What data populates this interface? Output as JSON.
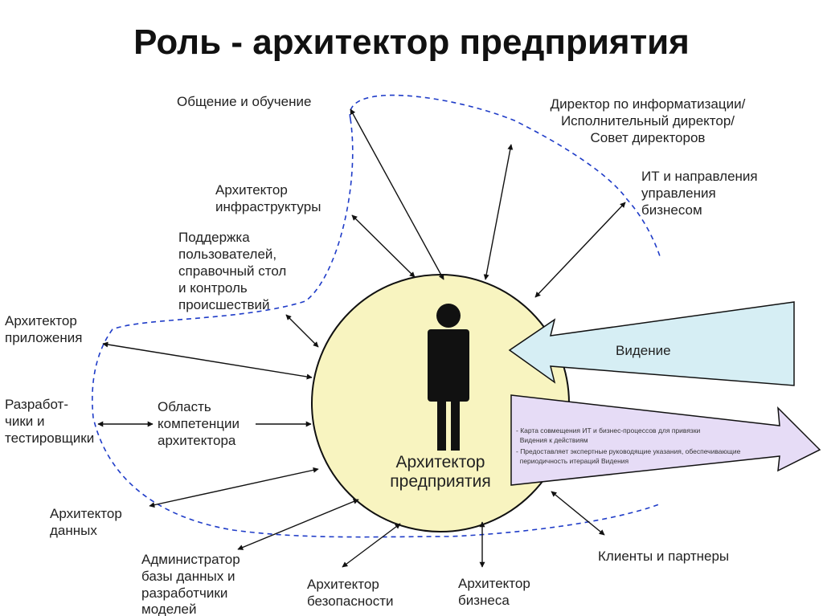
{
  "title": "Роль - архитектор предприятия",
  "center_label": [
    "Архитектор",
    "предприятия"
  ],
  "vision_label": "Видение",
  "roadmap_items": [
    "- Карта совмещения ИТ и бизнес-процессов для привязки",
    "  Видения к действиям",
    "- Предоставляет экспертные руководящие указания, обеспечивающие",
    "  периодичность итераций Видения"
  ],
  "competence_label": [
    "Область",
    "компетенции",
    "архитектора"
  ],
  "roles": {
    "communication": [
      "Общение и обучение"
    ],
    "director": [
      "Директор по информатизации/",
      "Исполнительный директор/",
      "Совет директоров"
    ],
    "it_business": [
      "ИТ и направления",
      "управления",
      "бизнесом"
    ],
    "infrastructure": [
      "Архитектор",
      "инфраструктуры"
    ],
    "support": [
      "Поддержка",
      "пользователей,",
      "справочный стол",
      "и контроль",
      "происшествий"
    ],
    "application": [
      "Архитектор",
      "приложения"
    ],
    "developers": [
      "Разработ-",
      "чики и",
      "тестировщики"
    ],
    "data": [
      "Архитектор",
      "данных"
    ],
    "dba": [
      "Администратор",
      "базы данных и",
      "разработчики",
      "моделей"
    ],
    "security": [
      "Архитектор",
      "безопасности"
    ],
    "business": [
      "Архитектор",
      "бизнеса"
    ],
    "clients": [
      "Клиенты и партнеры"
    ]
  },
  "colors": {
    "circle_fill": "#f8f4c0",
    "vision_fill": "#d6eef4",
    "roadmap_fill": "#e6dcf6",
    "boundary": "#1f3cc8",
    "arrow": "#111111"
  }
}
